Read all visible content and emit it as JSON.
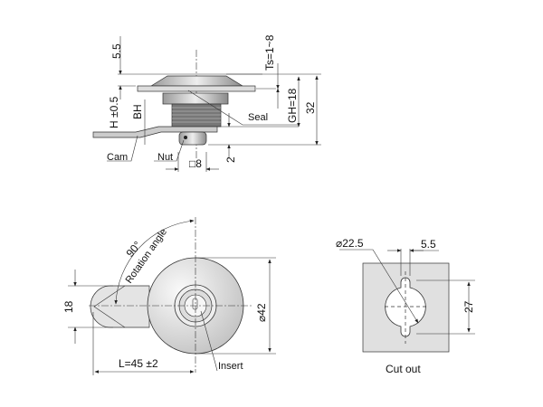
{
  "side_view": {
    "dim_top": "5.5",
    "dim_ts": "Ts=1~8",
    "dim_gh": "GH=18",
    "dim_total": "32",
    "dim_h": "H ±0.5",
    "dim_bh": "BH",
    "dim_nut_gap": "2",
    "dim_square": "□8",
    "label_seal": "Seal",
    "label_cam": "Cam",
    "label_nut": "Nut"
  },
  "front_view": {
    "angle": "90°",
    "rotation_label": "Rotation angle",
    "dim_cam_width": "18",
    "dim_diameter": "⌀42",
    "dim_length": "L=45 ±2",
    "label_insert": "Insert"
  },
  "cutout": {
    "dim_diameter": "⌀22.5",
    "dim_slot": "5.5",
    "dim_height": "27",
    "title": "Cut out"
  }
}
